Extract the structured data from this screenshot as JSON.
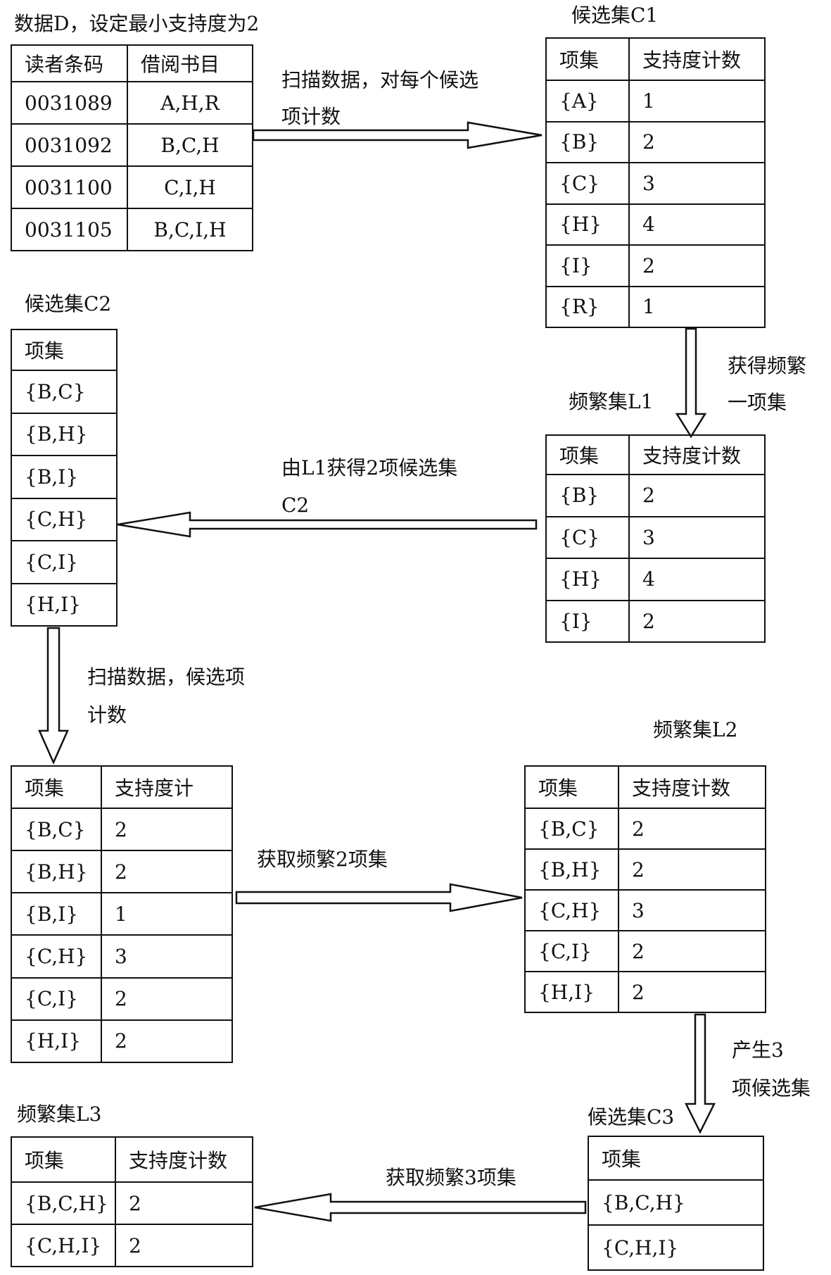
{
  "data_table": {
    "title": "数据D，设定最小支持度为2",
    "headers": [
      "读者条码",
      "借阅书目"
    ],
    "rows": [
      [
        "0031089",
        "A,H,R"
      ],
      [
        "0031092",
        "B,C,H"
      ],
      [
        "0031100",
        "C,I,H"
      ],
      [
        "0031105",
        "B,C,I,H"
      ]
    ]
  },
  "c1": {
    "title": "候选集C1",
    "headers": [
      "项集",
      "支持度计数"
    ],
    "rows": [
      [
        "{A}",
        "1"
      ],
      [
        "{B}",
        "2"
      ],
      [
        "{C}",
        "3"
      ],
      [
        "{H}",
        "4"
      ],
      [
        "{I}",
        "2"
      ],
      [
        "{R}",
        "1"
      ]
    ]
  },
  "l1": {
    "title": "频繁集L1",
    "headers": [
      "项集",
      "支持度计数"
    ],
    "rows": [
      [
        "{B}",
        "2"
      ],
      [
        "{C}",
        "3"
      ],
      [
        "{H}",
        "4"
      ],
      [
        "{I}",
        "2"
      ]
    ]
  },
  "c2": {
    "title": "候选集C2",
    "headers": [
      "项集"
    ],
    "rows": [
      [
        "{B,C}"
      ],
      [
        "{B,H}"
      ],
      [
        "{B,I}"
      ],
      [
        "{C,H}"
      ],
      [
        "{C,I}"
      ],
      [
        "{H,I}"
      ]
    ]
  },
  "c2_count": {
    "headers": [
      "项集",
      "支持度计"
    ],
    "rows": [
      [
        "{B,C}",
        "2"
      ],
      [
        "{B,H}",
        "2"
      ],
      [
        "{B,I}",
        "1"
      ],
      [
        "{C,H}",
        "3"
      ],
      [
        "{C,I}",
        "2"
      ],
      [
        "{H,I}",
        "2"
      ]
    ]
  },
  "l2": {
    "title": "频繁集L2",
    "headers": [
      "项集",
      "支持度计数"
    ],
    "rows": [
      [
        "{B,C}",
        "2"
      ],
      [
        "{B,H}",
        "2"
      ],
      [
        "{C,H}",
        "3"
      ],
      [
        "{C,I}",
        "2"
      ],
      [
        "{H,I}",
        "2"
      ]
    ]
  },
  "c3": {
    "title": "候选集C3",
    "headers": [
      "项集"
    ],
    "rows": [
      [
        "{B,C,H}"
      ],
      [
        "{C,H,I}"
      ]
    ]
  },
  "l3": {
    "title": "频繁集L3",
    "headers": [
      "项集",
      "支持度计数"
    ],
    "rows": [
      [
        "{B,C,H}",
        "2"
      ],
      [
        "{C,H,I}",
        "2"
      ]
    ]
  },
  "arrows": {
    "scan": [
      "扫描数据，对每个候选",
      "项计数"
    ],
    "get_l1": [
      "获得频繁",
      "一项集"
    ],
    "make_c2": [
      "由L1获得2项候选集",
      "C2"
    ],
    "scan_count": [
      "扫描数据，候选项",
      "计数"
    ],
    "get_l2": [
      "获取频繁2项集"
    ],
    "make_c3": [
      "产生3",
      "项候选集"
    ],
    "get_l3": [
      "获取频繁3项集"
    ]
  }
}
